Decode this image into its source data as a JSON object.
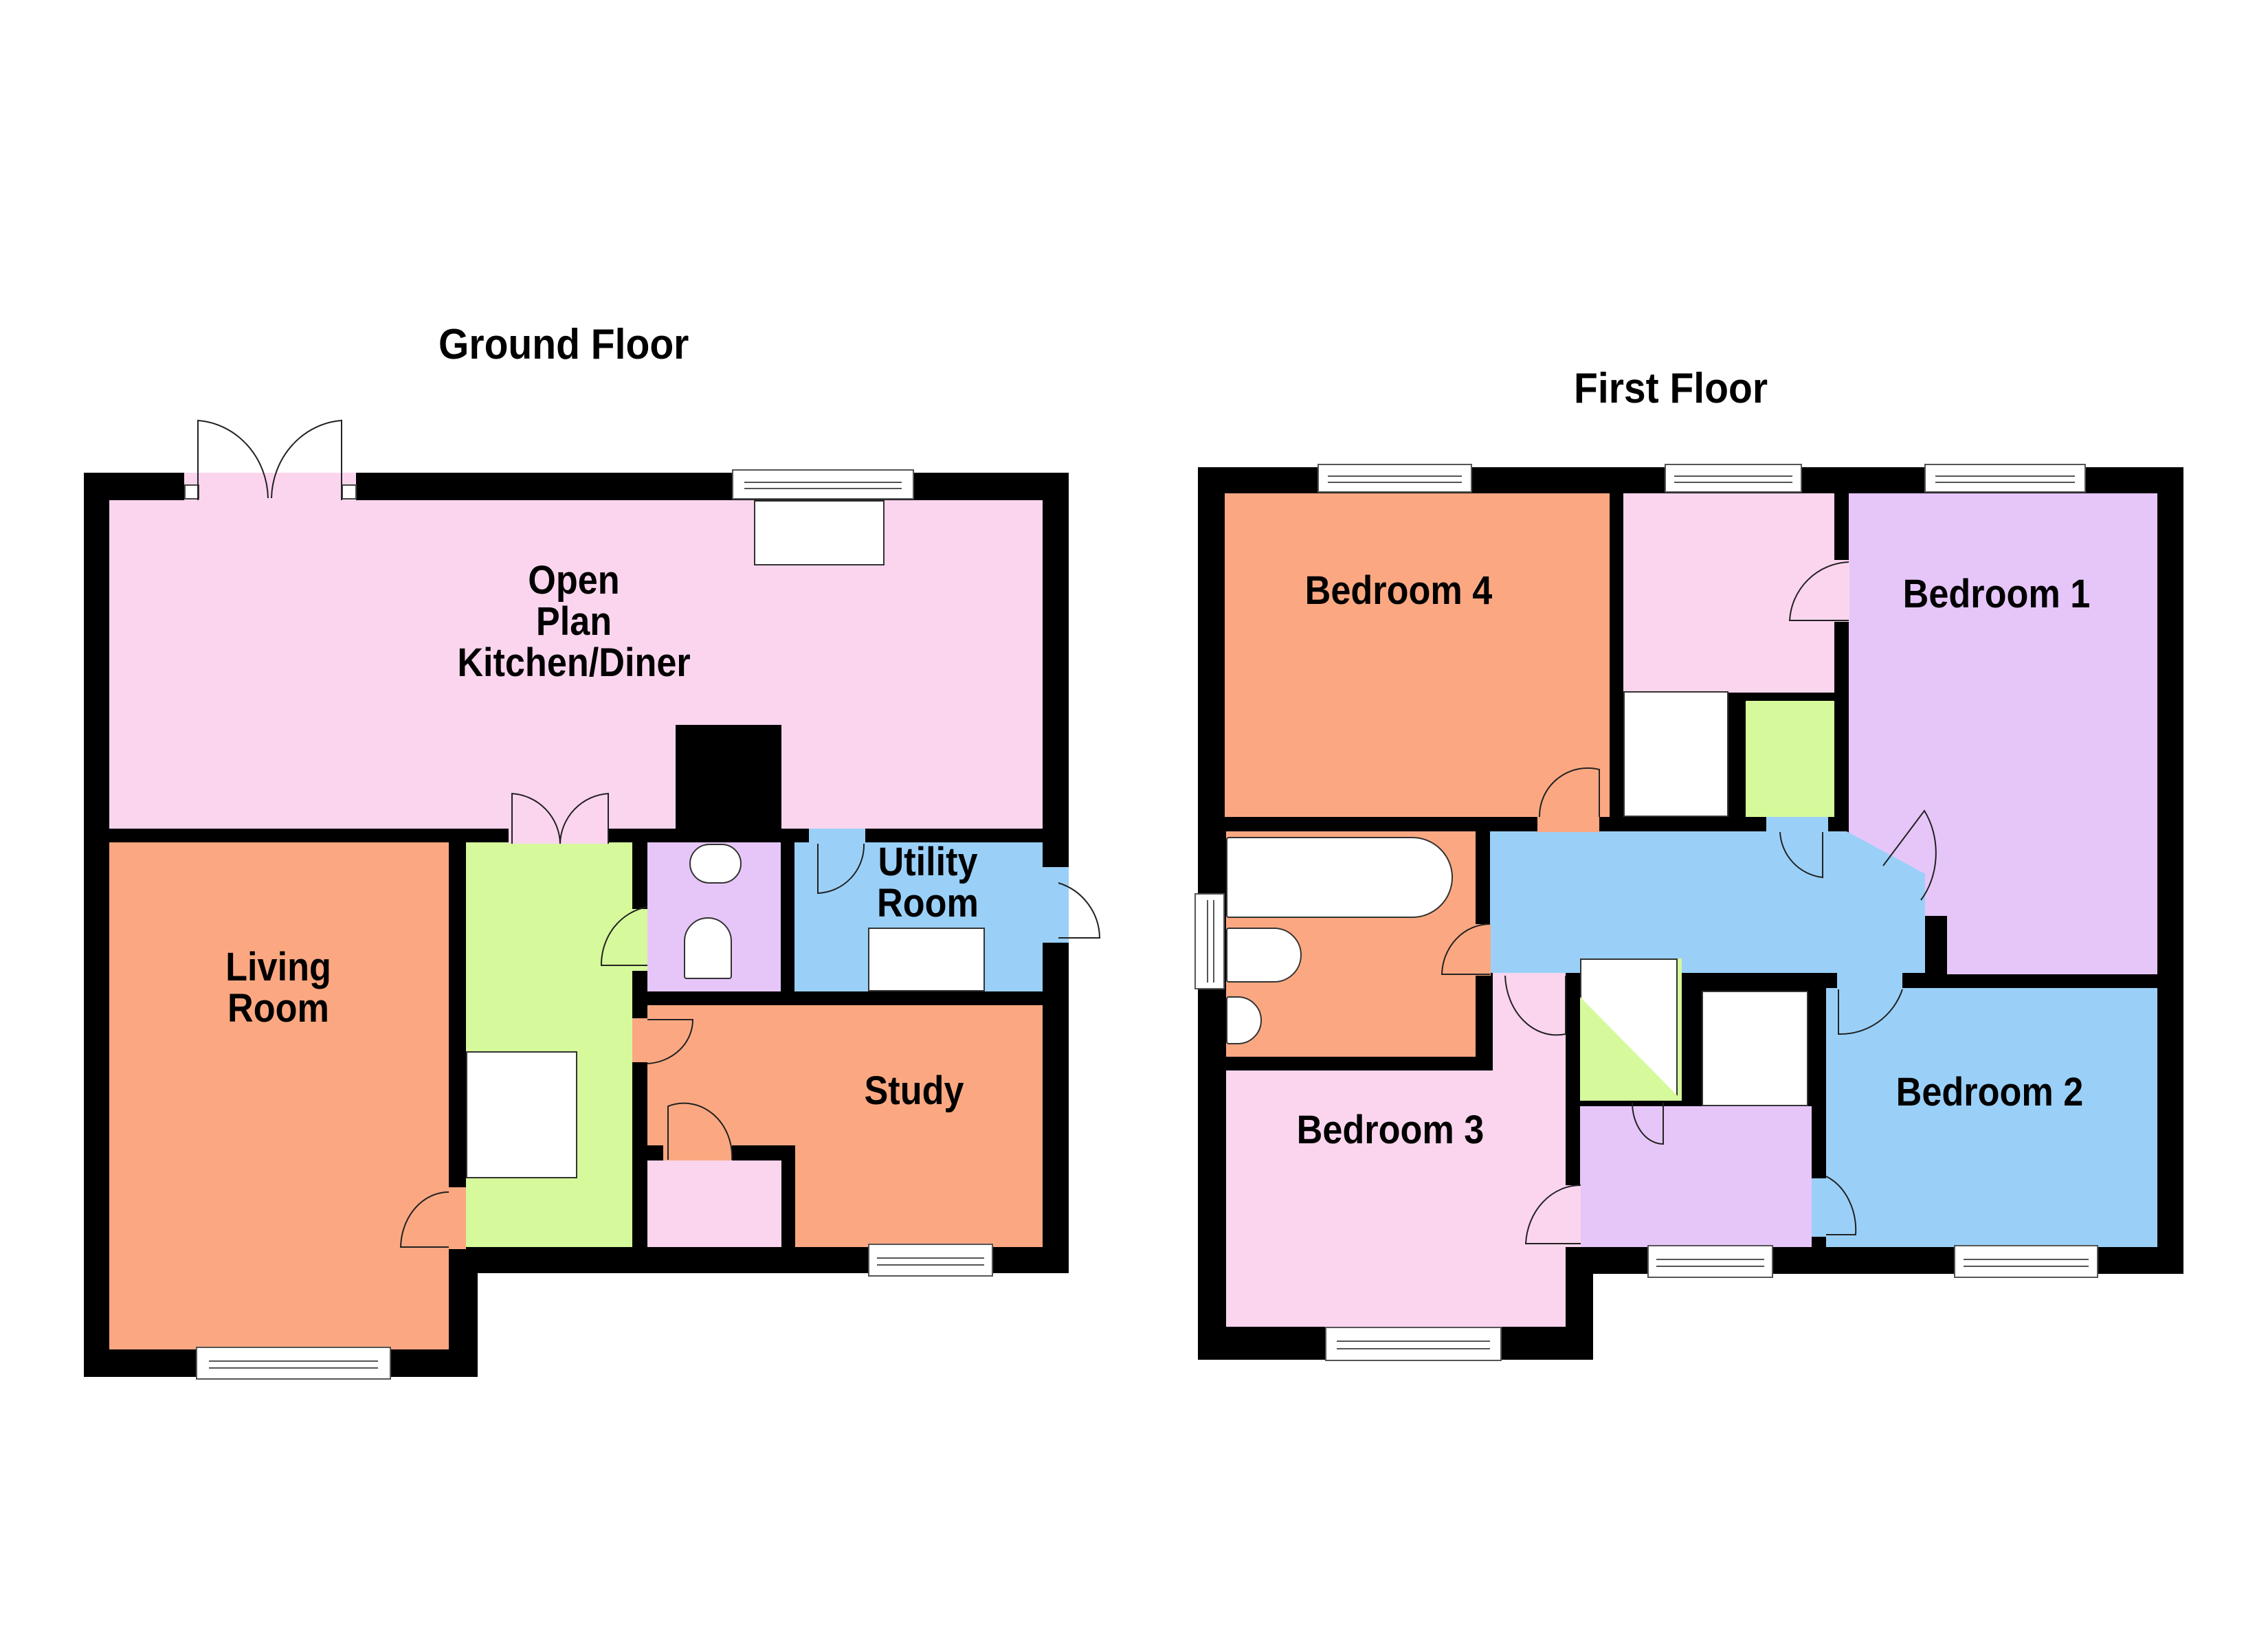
{
  "plan": {
    "ground_floor": {
      "title": "Ground Floor",
      "rooms": [
        {
          "id": "kitchen",
          "label": "Open\nPlan\nKitchen/Diner",
          "color": "#FBD5EE"
        },
        {
          "id": "living",
          "label": "Living\nRoom",
          "color": "#FBA882"
        },
        {
          "id": "utility",
          "label": "Utility\nRoom",
          "color": "#9AD0F8"
        },
        {
          "id": "study",
          "label": "Study",
          "color": "#FBA882"
        },
        {
          "id": "hall",
          "label": "",
          "color": "#D6F99C"
        },
        {
          "id": "wc",
          "label": "",
          "color": "#E6C6F8"
        },
        {
          "id": "cupboard",
          "label": "",
          "color": "#FBD5EE"
        }
      ]
    },
    "first_floor": {
      "title": "First Floor",
      "rooms": [
        {
          "id": "bedroom4",
          "label": "Bedroom 4",
          "color": "#FBA882"
        },
        {
          "id": "bedroom1",
          "label": "Bedroom 1",
          "color": "#E6C6F8"
        },
        {
          "id": "bedroom3",
          "label": "Bedroom 3",
          "color": "#FBD5EE"
        },
        {
          "id": "bedroom2",
          "label": "Bedroom 2",
          "color": "#9AD0F8"
        },
        {
          "id": "landing",
          "label": "",
          "color": "#9AD0F8"
        },
        {
          "id": "bathroom",
          "label": "",
          "color": "#FBA882"
        },
        {
          "id": "shower_room",
          "label": "",
          "color": "#FBD5EE"
        },
        {
          "id": "airing_cupboard",
          "label": "",
          "color": "#D6F99C"
        },
        {
          "id": "ensuite",
          "label": "",
          "color": "#E6C6F8"
        }
      ]
    }
  },
  "colors": {
    "wall": "#000000",
    "pink": "#FBD5EE",
    "orange": "#FBA882",
    "green": "#D6F99C",
    "purple": "#E6C6F8",
    "blue": "#9AD0F8"
  }
}
